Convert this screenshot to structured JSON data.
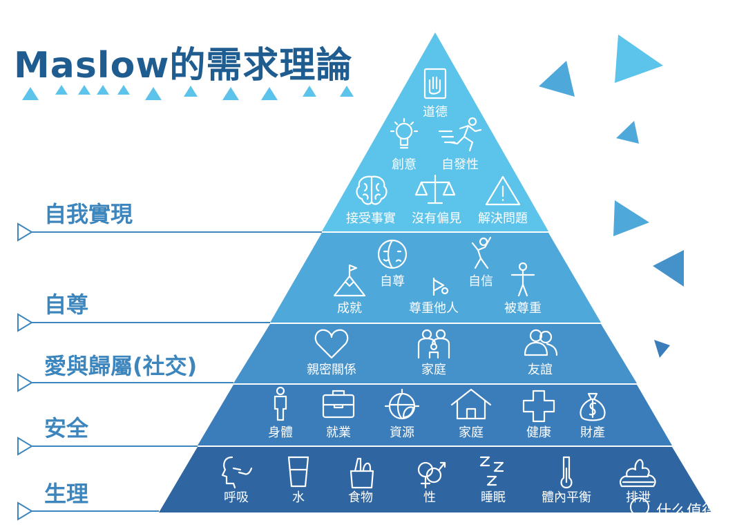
{
  "title": "Maslow的需求理論",
  "levels": [
    {
      "label": "自我實現"
    },
    {
      "label": "自尊"
    },
    {
      "label": "愛與歸屬(社交)"
    },
    {
      "label": "安全"
    },
    {
      "label": "生理"
    }
  ],
  "tier1": {
    "items": [
      {
        "label": "道德",
        "icon": "hand-document-icon"
      },
      {
        "label": "創意",
        "icon": "lightbulb-icon"
      },
      {
        "label": "自發性",
        "icon": "running-person-icon"
      },
      {
        "label": "接受事實",
        "icon": "brain-icon"
      },
      {
        "label": "沒有偏見",
        "icon": "scales-icon"
      },
      {
        "label": "解決問題",
        "icon": "warning-icon"
      }
    ]
  },
  "tier2": {
    "items": [
      {
        "label": "自尊",
        "icon": "faces-icon"
      },
      {
        "label": "自信",
        "icon": "confident-person-icon"
      },
      {
        "label": "成就",
        "icon": "mountain-flag-icon"
      },
      {
        "label": "尊重他人",
        "icon": "respect-icon"
      },
      {
        "label": "被尊重",
        "icon": "raised-arms-icon"
      }
    ]
  },
  "tier3": {
    "items": [
      {
        "label": "親密關係",
        "icon": "heart-icon"
      },
      {
        "label": "家庭",
        "icon": "family-icon"
      },
      {
        "label": "友誼",
        "icon": "friends-icon"
      }
    ]
  },
  "tier4": {
    "items": [
      {
        "label": "身體",
        "icon": "person-icon"
      },
      {
        "label": "就業",
        "icon": "briefcase-icon"
      },
      {
        "label": "資源",
        "icon": "globe-leaf-icon"
      },
      {
        "label": "家庭",
        "icon": "house-icon"
      },
      {
        "label": "健康",
        "icon": "medical-cross-icon"
      },
      {
        "label": "財產",
        "icon": "money-bag-icon"
      }
    ]
  },
  "tier5": {
    "items": [
      {
        "label": "呼吸",
        "icon": "breathing-face-icon"
      },
      {
        "label": "水",
        "icon": "water-glass-icon"
      },
      {
        "label": "食物",
        "icon": "grocery-bag-icon"
      },
      {
        "label": "性",
        "icon": "gender-symbols-icon"
      },
      {
        "label": "睡眠",
        "icon": "sleep-zzz-icon"
      },
      {
        "label": "體內平衡",
        "icon": "thermometer-icon"
      },
      {
        "label": "排泄",
        "icon": "poop-icon"
      }
    ]
  },
  "watermark": "什么值得买",
  "colors": {
    "title": "#1f5c8f",
    "label": "#3d86bd",
    "tier1": "#5cc3ea",
    "tier2": "#4fa8da",
    "tier3": "#4591c9",
    "tier4": "#3a7dba",
    "tier5": "#2f66a2",
    "decoration": "#5cc3ea"
  }
}
